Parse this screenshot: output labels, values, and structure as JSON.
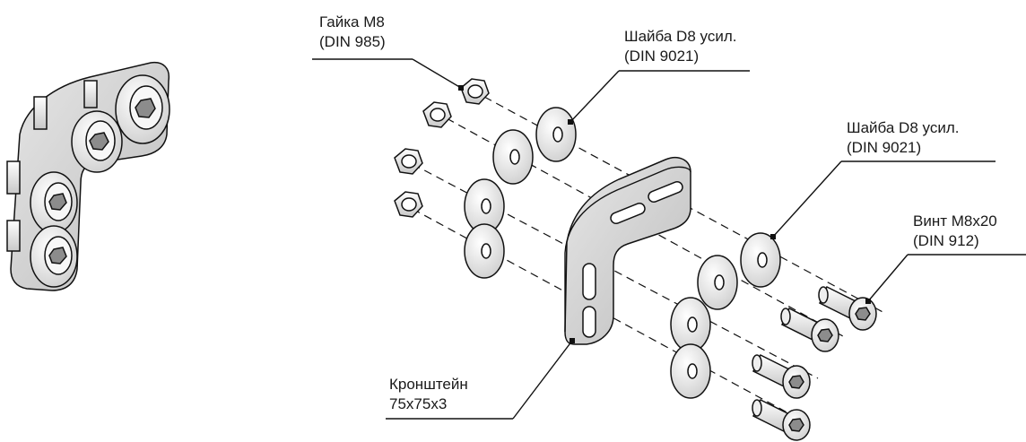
{
  "callouts": {
    "nut": {
      "name": "Гайка М8",
      "standard": "(DIN 985)"
    },
    "washer_top": {
      "name": "Шайба D8 усил.",
      "standard": "(DIN 9021)"
    },
    "washer_right": {
      "name": "Шайба D8 усил.",
      "standard": "(DIN 9021)"
    },
    "screw": {
      "name": "Винт М8х20",
      "standard": "(DIN 912)"
    },
    "bracket": {
      "name": "Кронштейн",
      "standard": "75х75х3"
    }
  },
  "colors": {
    "line": "#111111",
    "metal_light": "#f2f2f2",
    "metal_mid": "#d9d9d9",
    "metal_dark": "#b5b5b5"
  }
}
